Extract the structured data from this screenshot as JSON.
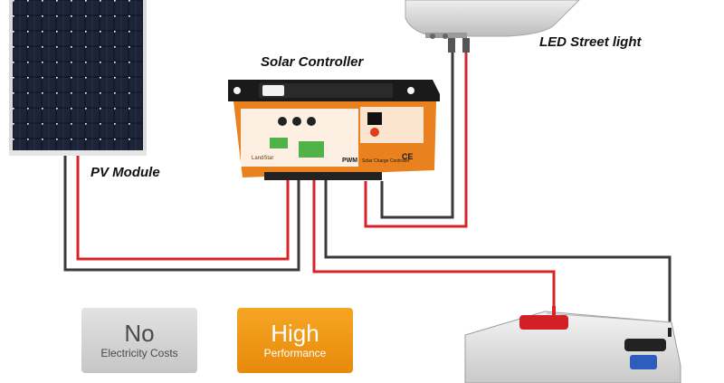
{
  "labels": {
    "led_street_light": "LED Street light",
    "solar_controller": "Solar Controller",
    "pv_module": "PV Module"
  },
  "controller": {
    "brand": "LandStar",
    "type_text": "PWM",
    "subtitle": "Solar Charge Controller",
    "ce_mark": "CE"
  },
  "badges": {
    "no_cost": {
      "big": "No",
      "small": "Electricity Costs"
    },
    "high_perf": {
      "big": "High",
      "small": "Performance"
    }
  },
  "colors": {
    "wire_red": "#d8232a",
    "wire_dark": "#3a3a3a",
    "controller_orange": "#e8811e",
    "controller_black": "#1a1a1a",
    "badge_orange": "#f29b1c",
    "badge_gray": "#d2d2d2"
  }
}
